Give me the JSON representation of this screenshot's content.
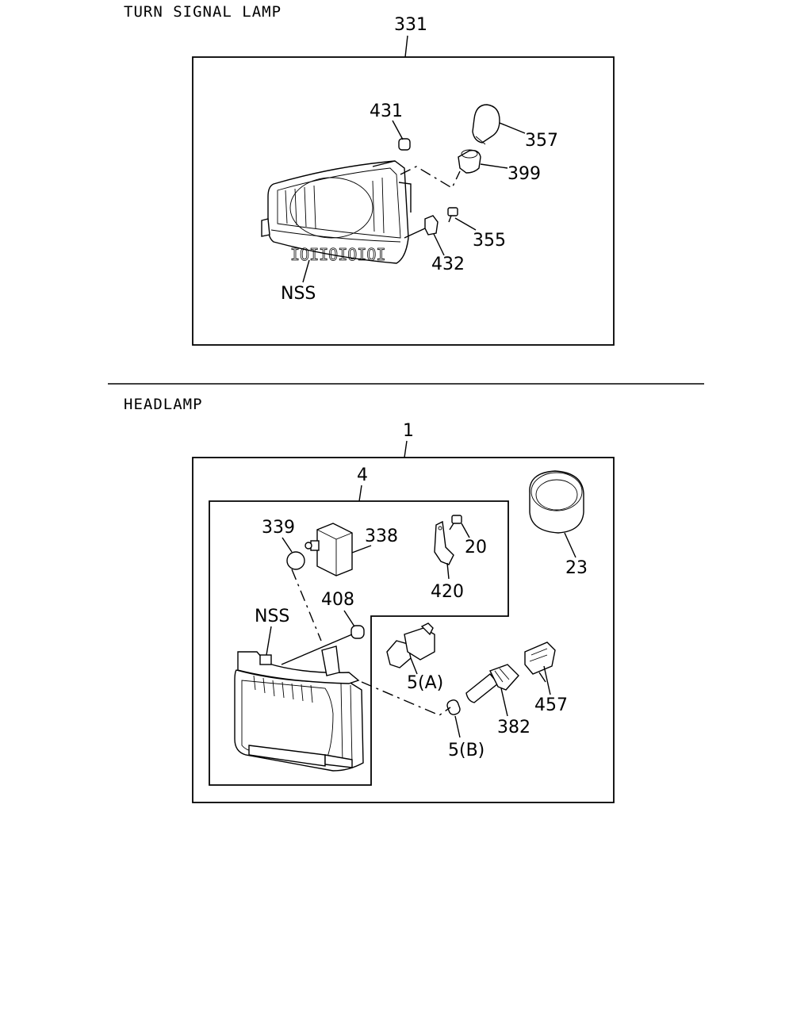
{
  "sections": {
    "turn_signal": {
      "title": "TURN SIGNAL LAMP",
      "assembly_label": "331",
      "labels": {
        "p431": "431",
        "p357": "357",
        "p399": "399",
        "p355": "355",
        "p432": "432",
        "nss": "NSS"
      }
    },
    "headlamp": {
      "title": "HEADLAMP",
      "assembly_label": "1",
      "subassembly_label": "4",
      "labels": {
        "p339": "339",
        "p338": "338",
        "p20": "20",
        "p420": "420",
        "p408": "408",
        "nss": "NSS",
        "p5a": "5(A)",
        "p5b": "5(B)",
        "p382": "382",
        "p457": "457",
        "p23": "23"
      }
    }
  }
}
